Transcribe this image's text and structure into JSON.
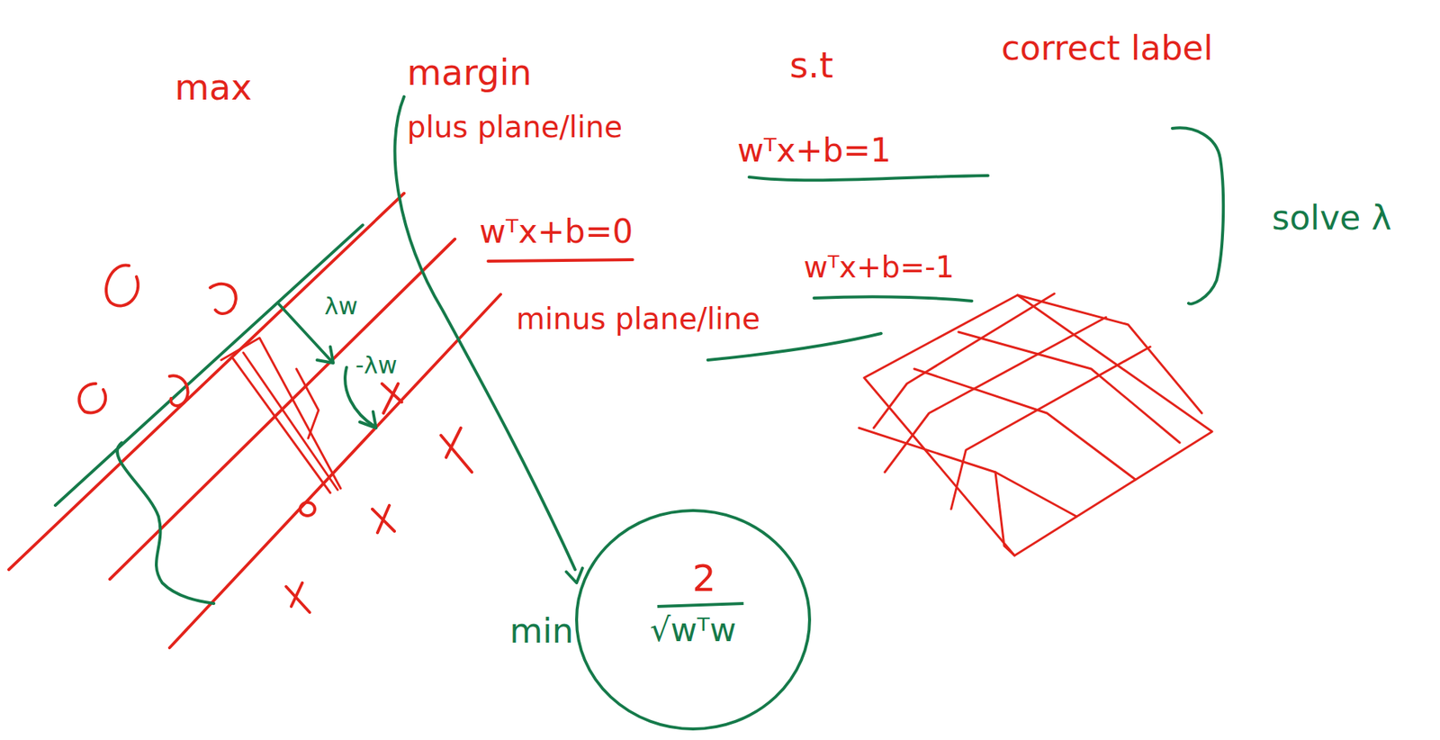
{
  "diagram": {
    "nodes": [
      {
        "text": [
          "min",
          "2",
          "√wᵀw"
        ]
      }
    ],
    "labels": [
      "max",
      "margin",
      "s.t",
      "correct label",
      "plus plane/line",
      "wᵀx+b=1",
      "wᵀx+b=0",
      "solve λ",
      "wᵀx+b=-1",
      "minus plane/line",
      "λw",
      "-λw"
    ]
  }
}
